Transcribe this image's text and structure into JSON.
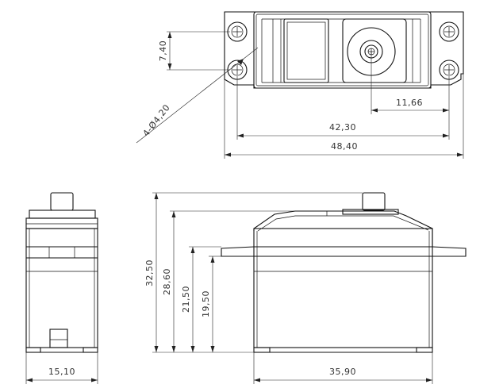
{
  "dimensions": {
    "hole_pitch_vertical": "7,40",
    "hole_callout": "4-Ø4,20",
    "shaft_offset": "11,66",
    "hole_pitch_horizontal": "42,30",
    "overall_length": "48,40",
    "total_height": "32,50",
    "height_to_top_case": "28,60",
    "height_to_flange_top": "21,50",
    "height_to_flange_bottom": "19,50",
    "case_width": "15,10",
    "case_length": "35,90"
  },
  "views": [
    "top",
    "side",
    "front"
  ],
  "colors": {
    "line": "#111111",
    "dimension_text": "#333333",
    "background": "#ffffff"
  }
}
